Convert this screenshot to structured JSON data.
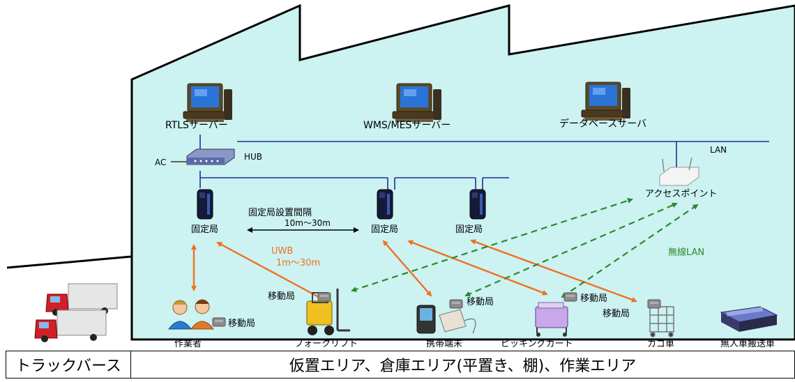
{
  "nodes": {
    "rtls_server": "RTLSサーバー",
    "wms_server": "WMS/MESサーバー",
    "db_server": "データベースサーバ",
    "ac": "AC",
    "hub": "HUB",
    "lan": "LAN",
    "access_point": "アクセスポイント",
    "fixed_station": "固定局",
    "fixed_interval": "固定局設置間隔",
    "fixed_interval_value": "10m〜30m",
    "uwb": "UWB",
    "uwb_range": "1m〜30m",
    "wireless_lan": "無線LAN",
    "mobile_station": "移動局"
  },
  "devices": {
    "worker": "作業者",
    "forklift": "フォークリフト",
    "handheld": "携帯端末",
    "picking_cart": "ピッキングカート",
    "cage_cart": "カゴ車",
    "agv": "無人車搬送車"
  },
  "footer": {
    "left": "トラックバース",
    "right": "仮置エリア、倉庫エリア(平置き、棚)、作業エリア"
  },
  "colors": {
    "building": "#ccf2f2",
    "lan_line": "#1f2f8f",
    "uwb_arrow": "#f07020",
    "wlan_arrow": "#2a8a2a"
  }
}
